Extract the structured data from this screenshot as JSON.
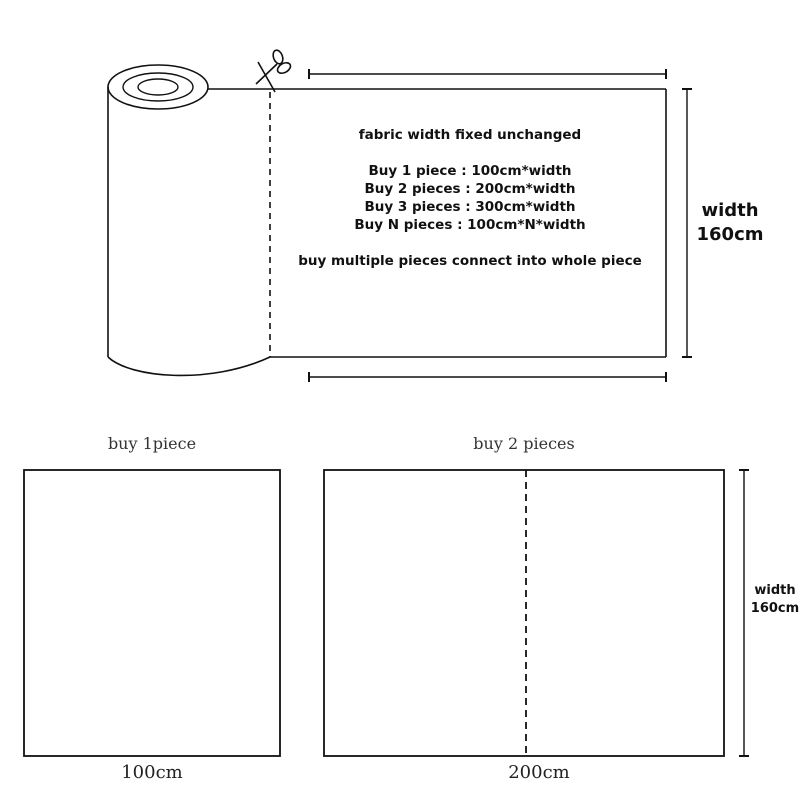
{
  "roll": {
    "heading": "fabric width fixed unchanged",
    "pricing": [
      "Buy 1 piece : 100cm*width",
      "Buy 2 pieces : 200cm*width",
      "Buy 3 pieces : 300cm*width",
      "Buy N pieces : 100cm*N*width"
    ],
    "note": "buy multiple pieces connect into whole piece",
    "width_label": "width",
    "width_value": "160cm"
  },
  "panels": {
    "one": {
      "caption": "buy 1piece",
      "length": "100cm"
    },
    "two": {
      "caption": "buy 2 pieces",
      "length": "200cm",
      "width_label": "width",
      "width_value": "160cm"
    }
  },
  "icons": {
    "cut": "scissors-icon"
  },
  "colors": {
    "line": "#111111",
    "background": "#ffffff"
  }
}
